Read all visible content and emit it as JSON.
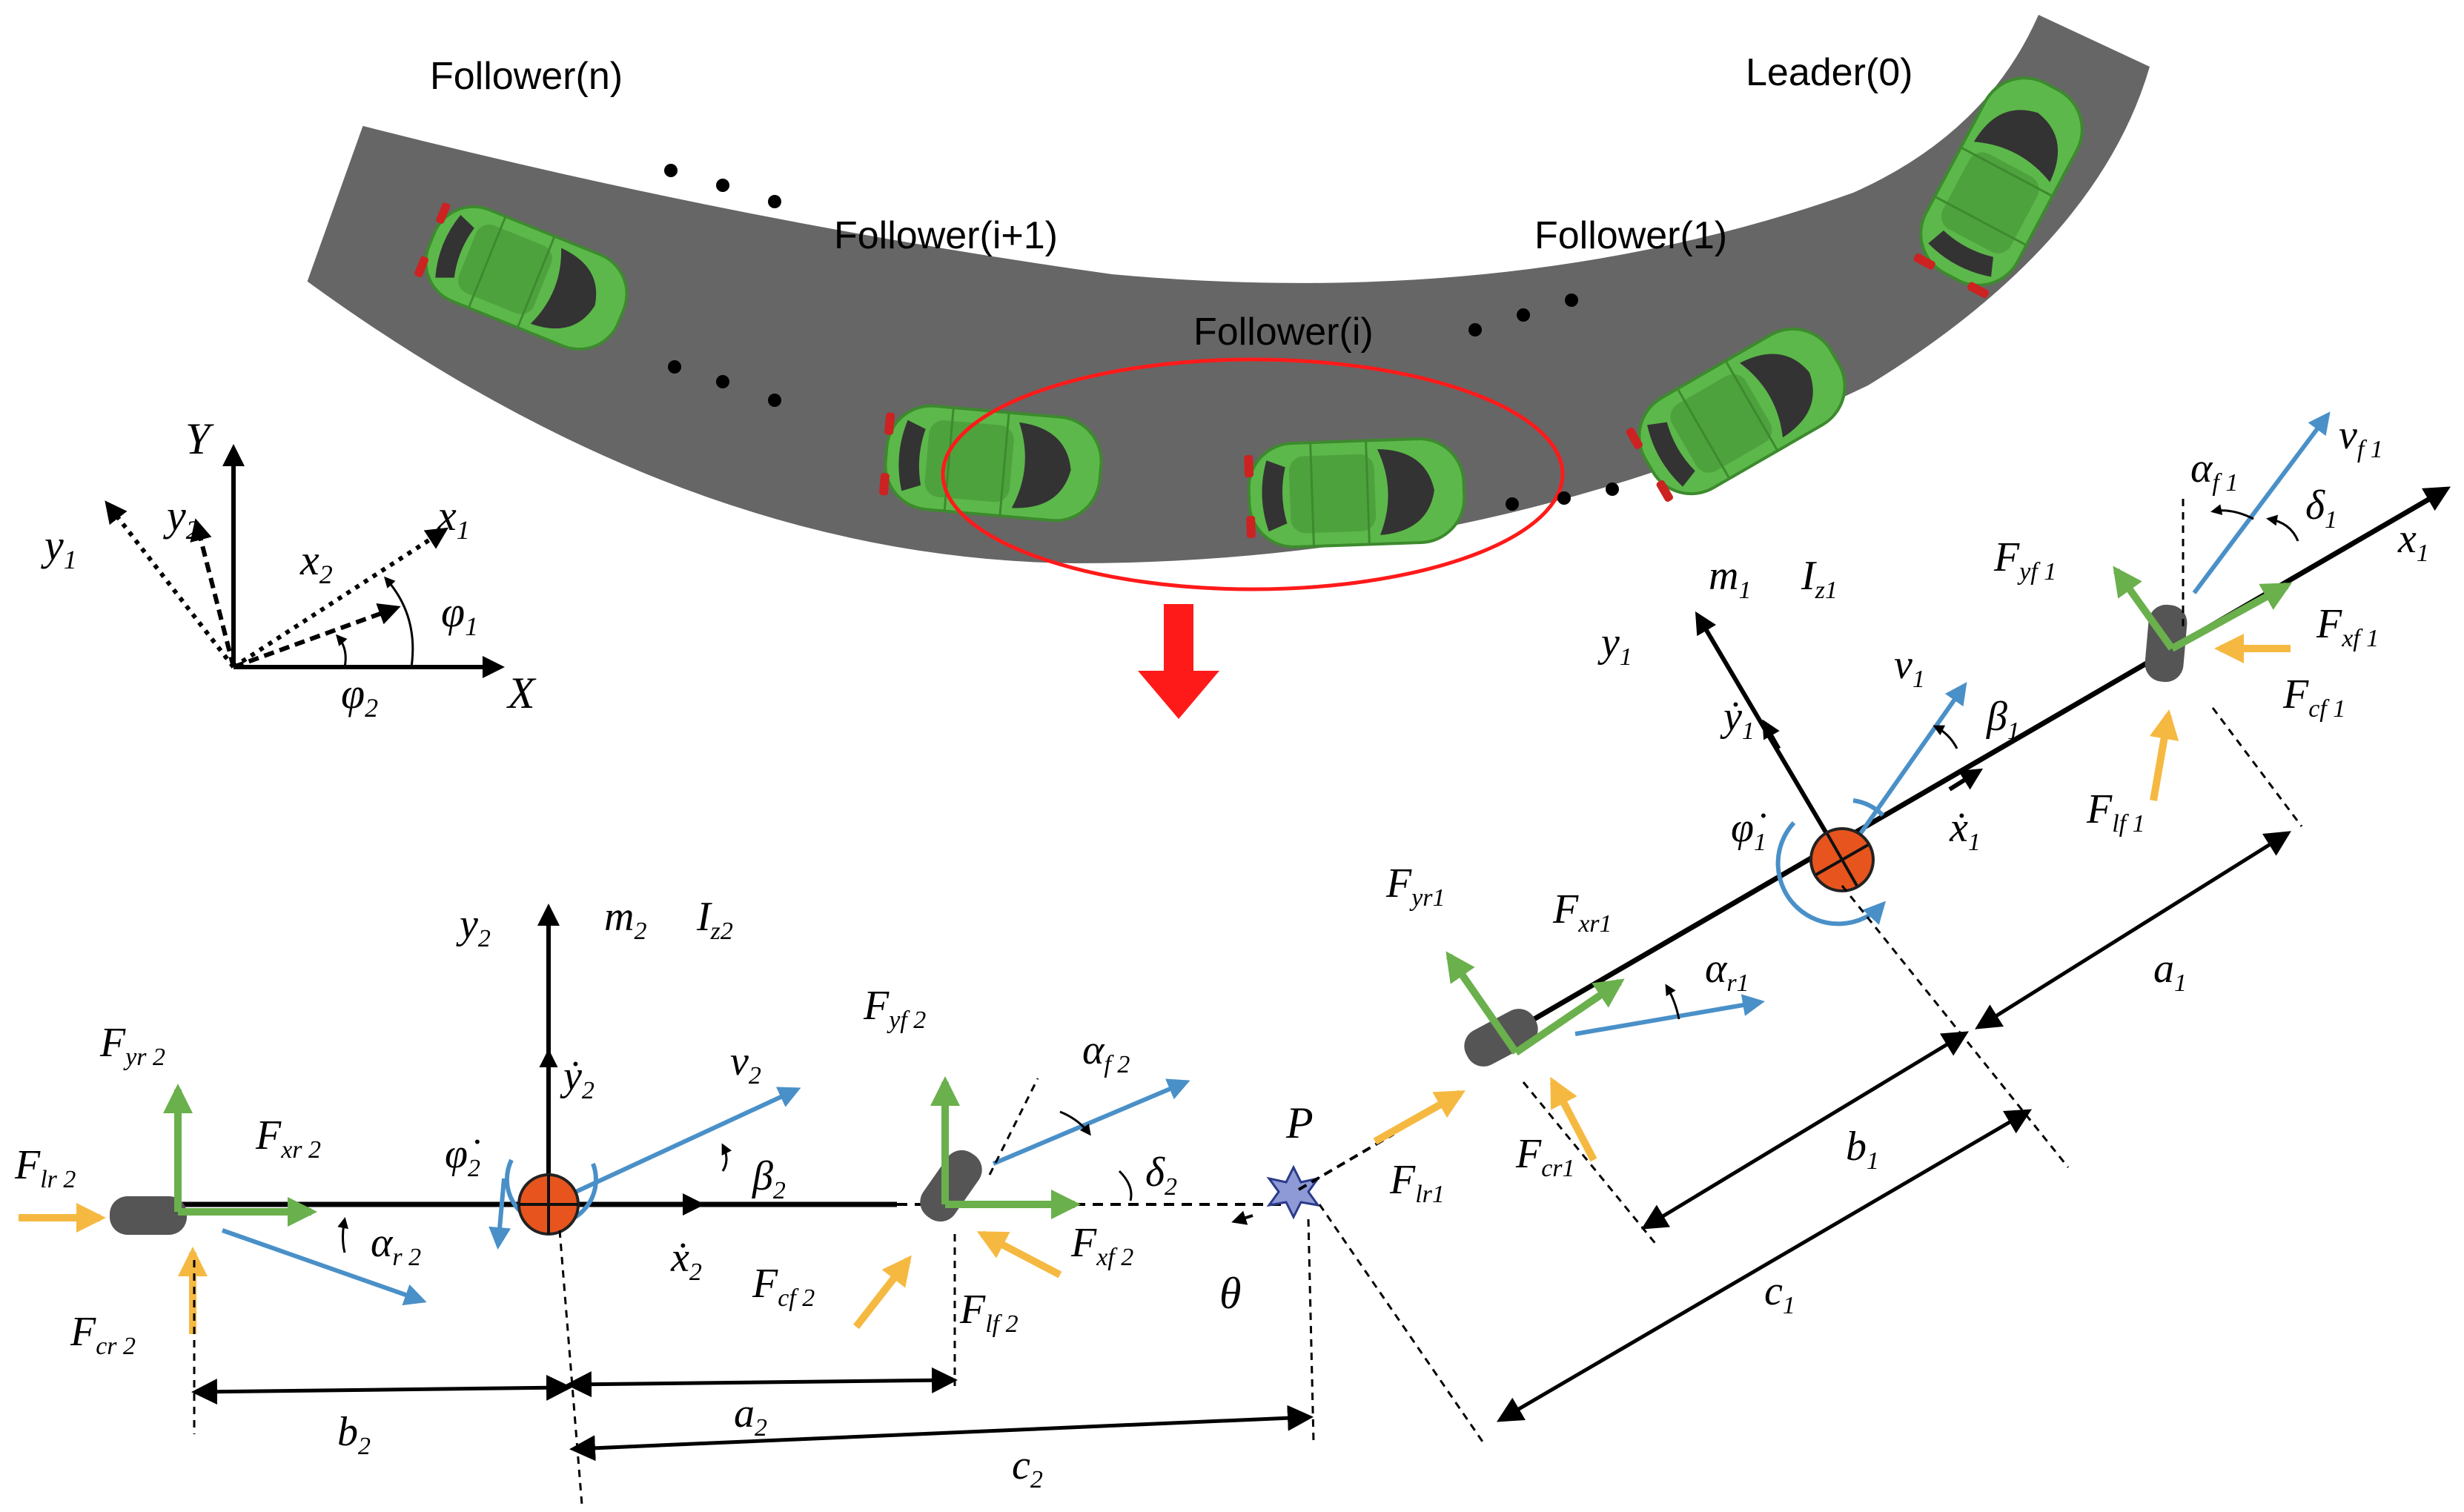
{
  "road_labels": {
    "leader": "Leader(0)",
    "follower_n": "Follower(n)",
    "follower_i1": "Follower(i+1)",
    "follower_i": "Follower(i)",
    "follower_1": "Follower(1)"
  },
  "frame": {
    "Y": "Y",
    "X": "X",
    "y1": "y",
    "y1s": "1",
    "y2": "y",
    "y2s": "2",
    "x1": "x",
    "x1s": "1",
    "x2": "x",
    "x2s": "2",
    "phi1": "φ",
    "phi1s": "1",
    "phi2": "φ",
    "phi2s": "2"
  },
  "vehicle1": {
    "m": "m",
    "ms": "1",
    "I": "I",
    "Is": "z1",
    "y": "y",
    "ys": "1",
    "x": "x",
    "xs": "1",
    "ydot": "ẏ",
    "ydots": "1",
    "xdot": "ẋ",
    "xdots": "1",
    "phidot": "φ̇",
    "phidots": "1",
    "v": "v",
    "vs": "1",
    "vf": "v",
    "vfs": "f 1",
    "beta": "β",
    "betas": "1",
    "alphaf": "α",
    "alphafs": "f 1",
    "delta": "δ",
    "deltas": "1",
    "alphar": "α",
    "alphars": "r1",
    "Fyf": "F",
    "Fyfs": "yf 1",
    "Fxf": "F",
    "Fxfs": "xf 1",
    "Fcf": "F",
    "Fcfs": "cf 1",
    "Flf": "F",
    "Flfs": "lf 1",
    "Fyr": "F",
    "Fyrs": "yr1",
    "Fxr": "F",
    "Fxrs": "xr1",
    "Fcr": "F",
    "Fcrs": "cr1",
    "Flr": "F",
    "Flrs": "lr1",
    "a": "a",
    "as": "1",
    "b": "b",
    "bs": "1",
    "c": "c",
    "cs": "1"
  },
  "vehicle2": {
    "m": "m",
    "ms": "2",
    "I": "I",
    "Is": "z2",
    "y": "y",
    "ys": "2",
    "ydot": "ẏ",
    "ydots": "2",
    "xdot": "ẋ",
    "xdots": "2",
    "phidot": "φ̇",
    "phidots": "2",
    "v": "v",
    "vs": "2",
    "beta": "β",
    "betas": "2",
    "alphaf": "α",
    "alphafs": "f 2",
    "delta": "δ",
    "deltas": "2",
    "alphar": "α",
    "alphars": "r 2",
    "Fyf": "F",
    "Fyfs": "yf 2",
    "Fxf": "F",
    "Fxfs": "xf 2",
    "Fcf": "F",
    "Fcfs": "cf 2",
    "Flf": "F",
    "Flfs": "lf 2",
    "Fyr": "F",
    "Fyrs": "yr 2",
    "Fxr": "F",
    "Fxrs": "xr 2",
    "Fcr": "F",
    "Fcrs": "cr 2",
    "Flr": "F",
    "Flrs": "lr 2",
    "a": "a",
    "as": "2",
    "b": "b",
    "bs": "2",
    "c": "c",
    "cs": "2"
  },
  "hitch": {
    "P": "P",
    "theta": "θ"
  },
  "colors": {
    "road": "#666666",
    "car": "#5cb84a",
    "green_force": "#6ab04c",
    "blue_vec": "#4a90c8",
    "yellow_force": "#f5b942",
    "cg": "#e8541e",
    "red": "#ff1a1a",
    "wheel": "#555555"
  }
}
